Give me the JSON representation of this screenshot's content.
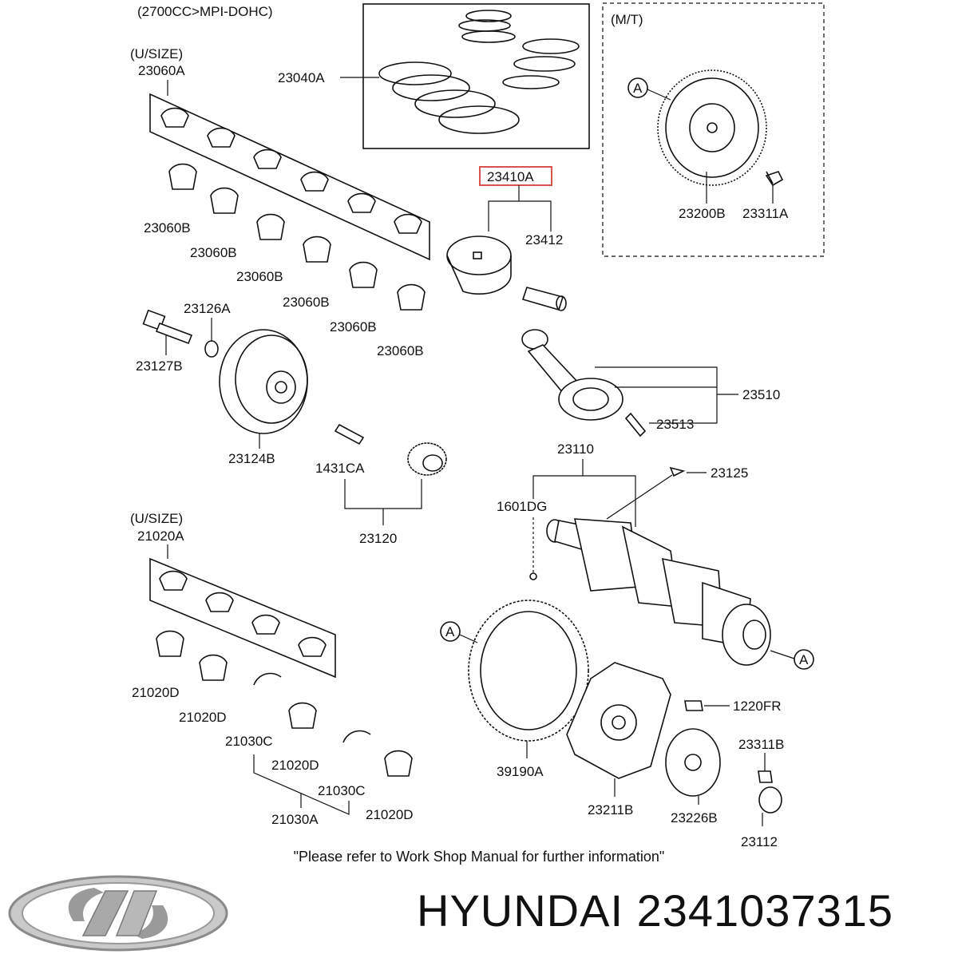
{
  "header": {
    "engine": "(2700CC>MPI-DOHC)",
    "mt": "(M/T)",
    "usize_top": "(U/SIZE)",
    "usize_bottom": "(U/SIZE)"
  },
  "parts": {
    "p23060A": "23060A",
    "p23040A": "23040A",
    "p23060B_1": "23060B",
    "p23060B_2": "23060B",
    "p23060B_3": "23060B",
    "p23060B_4": "23060B",
    "p23060B_5": "23060B",
    "p23060B_6": "23060B",
    "p23410A": "23410A",
    "p23412": "23412",
    "p23200B": "23200B",
    "p23311A": "23311A",
    "p23126A": "23126A",
    "p23127B": "23127B",
    "p23124B": "23124B",
    "p23510": "23510",
    "p23513": "23513",
    "p1431CA": "1431CA",
    "p23120": "23120",
    "p23110": "23110",
    "p23125": "23125",
    "p1601DG": "1601DG",
    "p21020A": "21020A",
    "p21020D_1": "21020D",
    "p21020D_2": "21020D",
    "p21020D_3": "21020D",
    "p21020D_4": "21020D",
    "p21030C_1": "21030C",
    "p21030C_2": "21030C",
    "p21030A": "21030A",
    "p39190A": "39190A",
    "p1220FR": "1220FR",
    "p23311B": "23311B",
    "p23211B": "23211B",
    "p23226B": "23226B",
    "p23112": "23112",
    "ref_a1": "A",
    "ref_a2": "A",
    "ref_a3": "A"
  },
  "footnote": "\"Please refer to Work Shop Manual for further information\"",
  "brand": {
    "name": "HYUNDAI 2341037315"
  },
  "colors": {
    "highlight": "#d9534f",
    "ink": "#111111"
  }
}
